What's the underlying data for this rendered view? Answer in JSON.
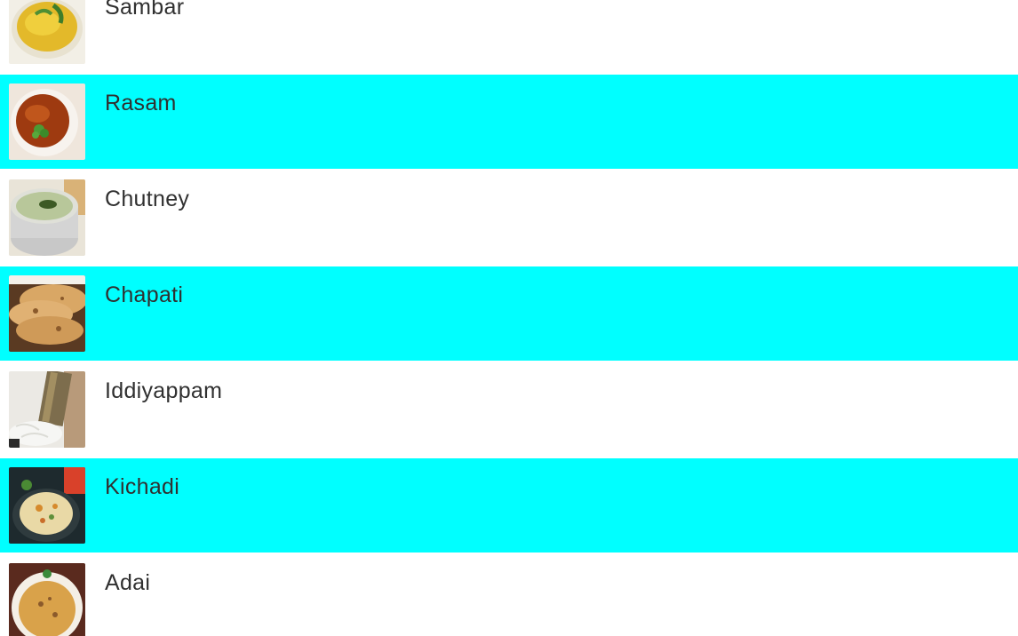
{
  "theme": {
    "highlight_color": "#00ffff",
    "row_color": "#ffffff",
    "text_color": "#303030"
  },
  "items": [
    {
      "label": "Sambar",
      "icon": "sambar-bowl-image"
    },
    {
      "label": "Rasam",
      "icon": "rasam-bowl-image"
    },
    {
      "label": "Chutney",
      "icon": "chutney-bowl-image"
    },
    {
      "label": "Chapati",
      "icon": "chapati-stack-image"
    },
    {
      "label": "Iddiyappam",
      "icon": "iddiyappam-image"
    },
    {
      "label": "Kichadi",
      "icon": "kichadi-plate-image"
    },
    {
      "label": "Adai",
      "icon": "adai-plate-image"
    }
  ]
}
